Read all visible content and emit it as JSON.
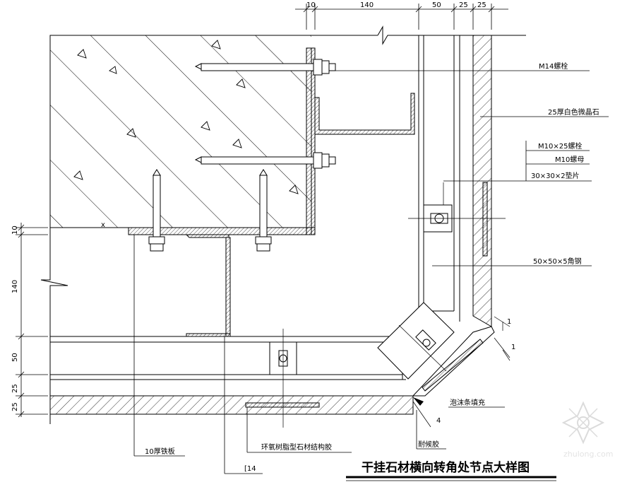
{
  "diagram": {
    "title": "干挂石材横向转角处节点大样图",
    "labels": {
      "m14_bolt": "M14螺栓",
      "stone_25": "25厚白色微晶石",
      "m10x25_bolt": "M10×25螺栓",
      "m10_nut": "M10螺母",
      "washer": "30×30×2垫片",
      "angle_steel": "50×50×5角钢",
      "foam_fill": "泡沫条填充",
      "sealant": "耐候胶",
      "epoxy": "环氧树脂型石材结构胶",
      "steel_plate": "10厚铁板",
      "channel": "[14"
    },
    "dims_top": [
      "10",
      "140",
      "50",
      "25",
      "25"
    ],
    "dims_left": [
      "10",
      "140",
      "50",
      "25",
      "25"
    ],
    "dims_corner": [
      "1",
      "1",
      "4"
    ],
    "marks": [
      "x"
    ]
  },
  "watermark": {
    "site": "zhulong.com"
  }
}
